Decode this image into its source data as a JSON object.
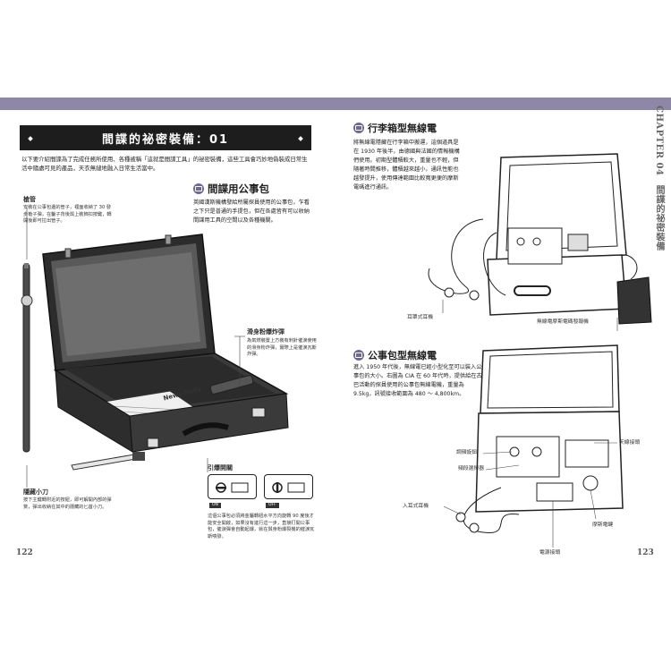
{
  "left_page": {
    "chapter_title": "間諜的祕密裝備：01",
    "intro_paragraph": "以下要介紹間諜為了完成任務所使用、各種被稱「這就是間諜工具」的祕密裝備，這些工具會巧妙地偽裝成日常生活中隨處可見的產品，天衣無縫地融入日常生活當中。",
    "section_title": "間諜用公事包",
    "section_body": "英國漢斯機構發給所屬探員使用的公事包，乍看之下只是普通的手提包，但在各處皆有可以收納間諜用工具的空間以及各種機關。",
    "callouts": {
      "gun_barrel": {
        "title": "槍管",
        "text": "安裝在公事包邊的管子，裡面收納了 30 發步槍子彈，在鑿子背後與上裝飾扣按鍵，轉開後即可拉出管子。"
      },
      "tear_gas": {
        "title": "滑身粉爆炸彈",
        "text": "為氣燃裝置上方裝有刺針催淚使用的滑身粉炸彈，實際上是催淚瓦斯炸彈。"
      },
      "hidden_knife": {
        "title": "隱藏小刀",
        "text": "按下主鍵轉附近的按鈕，即可解開內部的彈簧，彈出收納在其中的隱藏的匕首小刀。"
      },
      "detonator": {
        "title": "引爆開關",
        "on_label": "ON",
        "off_label": "OFF",
        "text": "這個公事包必須將金屬轉鈕水平方向旋轉 90 度後才能安全開啟，如果沒有進行這一步，直接打開公事包，催淚彈會自動起爆，就在與身粉爆裂機的催淚瓦斯噴發。"
      }
    },
    "newspaper_label": "News Daily",
    "page_number": "122"
  },
  "right_page": {
    "side_tab": "CHAPTER 04　間諜的祕密裝備",
    "section1_title": "行李箱型無線電",
    "section1_body": "將無線電隱藏在行李箱中搬運，這個道具是在 1930 年後半，由德國與法國的情報機構們使用。初期型體積較大，重量也不輕，但隨著時間推移，體積越來越小，通訊性能也越發提升，使用傳達範圍比較寬更便的摩斯電碼進行通訊。",
    "section1_labels": {
      "earphones": "耳罩式耳機",
      "telegraph": "無線電摩斯電碼發報機"
    },
    "section2_title": "公事包型無線電",
    "section2_body": "進入 1950 年代後，無線電已經小型化至可以裝入公事包的大小。右圖為 CIA 在 60 年代時，提供給在古巴活動的探員使用的公事包無線電機，重量為 9.5kg，訊號接收範圍為 480 ～ 4,800km。",
    "section2_labels": {
      "tuning_knob": "調頻旋鈕",
      "frequency_selector": "頻段選擇器",
      "antenna": "天線接頭",
      "earphones": "入耳式耳機",
      "morse_key": "摩斯電鍵",
      "power": "電源接頭"
    },
    "page_number": "123"
  }
}
